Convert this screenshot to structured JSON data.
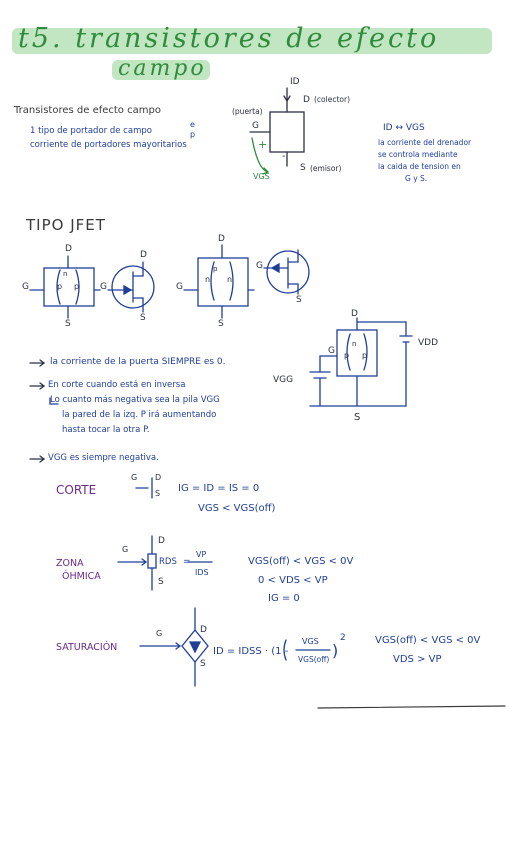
{
  "title": {
    "line1": "t5. transistores de efecto",
    "line2": "campo"
  },
  "intro": {
    "heading": "Transistores de efecto campo",
    "bullet1": "1 tipo de portador de campo",
    "bullet1_super": "e",
    "bullet1_sub": "p",
    "bullet2": "corriente de portadores mayoritarios"
  },
  "top_diagram": {
    "id": "ID",
    "d": "D",
    "d_note": "(colector)",
    "g": "G",
    "g_note": "(puerta)",
    "plus": "+",
    "minus": "-",
    "s": "S",
    "s_note": "(emisor)",
    "vgs": "VGS"
  },
  "side_note": {
    "line1": "ID ↔ VGS",
    "line2": "la corriente del drenador",
    "line3": "se controla mediante",
    "line4": "la caida de tension en",
    "line5": "G y S."
  },
  "jfet": {
    "heading": "TIPO JFET",
    "sym1": {
      "d": "D",
      "g": "G",
      "s": "S",
      "left": "p",
      "mid": "n",
      "right": "p"
    },
    "sym2": {
      "d": "D",
      "g": "G",
      "s": "S"
    },
    "sym3": {
      "d": "D",
      "g": "G",
      "s": "S",
      "left": "n",
      "mid": "p",
      "right": "n"
    },
    "sym4": {
      "g": "G",
      "s": "S"
    }
  },
  "circuit": {
    "d": "D",
    "g": "G",
    "s": "S",
    "vdd": "VDD",
    "vgg": "VGG",
    "n": "n",
    "p1": "p",
    "p2": "p"
  },
  "notes": {
    "n1": "la corriente de la puerta SIEMPRE es 0.",
    "n2": "En corte cuando está en inversa",
    "n3": "Lo cuanto más negativa sea la pila VGG",
    "n4": "la pared de la izq. P irá aumentando",
    "n5": "hasta tocar la otra P.",
    "n6": "VGG es siempre negativa."
  },
  "modes": {
    "corte": {
      "label": "CORTE",
      "g": "G",
      "d": "D",
      "s": "S",
      "eq1": "IG = ID = IS = 0",
      "eq2": "VGS < VGS(off)"
    },
    "ohmica": {
      "label1": "ZONA",
      "label2": "ÓHMICA",
      "g": "G",
      "d": "D",
      "s": "S",
      "rds": "RDS",
      "eq_eq": "=",
      "num": "VP",
      "den": "IDS",
      "eq1": "VGS(off) < VGS < 0V",
      "eq2": "0 < VDS < VP",
      "eq3": "IG = 0"
    },
    "saturacion": {
      "label": "SATURACIÓN",
      "g": "G",
      "d": "D",
      "s": "S",
      "eq_main": "ID = IDSS · (1 -",
      "frac_num": "VGS",
      "frac_den": "VGS(off)",
      "eq_close": ")",
      "exp": "2",
      "cond1": "VGS(off) < VGS < 0V",
      "cond2": "VDS > VP"
    }
  },
  "colors": {
    "title": "#2f8c3c",
    "highlight": "#8fd08f",
    "ink_blue": "#1f3f99",
    "ink_navy": "#2a3140",
    "ink_purple": "#6a2a8a"
  }
}
